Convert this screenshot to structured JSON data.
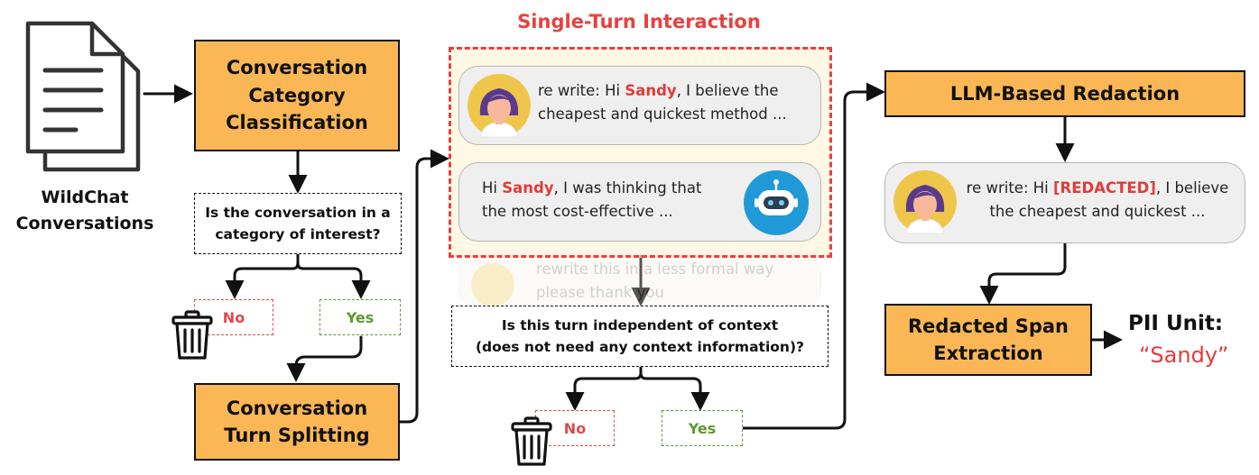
{
  "source": {
    "label_line1": "WildChat",
    "label_line2": "Conversations",
    "icon": "document-stack-icon"
  },
  "steps": {
    "classification": [
      "Conversation",
      "Category",
      "Classification"
    ],
    "turn_splitting": [
      "Conversation",
      "Turn Splitting"
    ],
    "llm_redaction": "LLM-Based Redaction",
    "span_extraction": [
      "Redacted Span",
      "Extraction"
    ]
  },
  "decisions": {
    "category_question": [
      "Is the conversation in a",
      "category of interest?"
    ],
    "context_question": [
      "Is this turn independent of context",
      "(does not need any context information)?"
    ]
  },
  "branches": {
    "no": "No",
    "yes": "Yes",
    "discard_icon": "trash-can-icon"
  },
  "single_turn": {
    "title": "Single-Turn Interaction",
    "user_message": {
      "line1_prefix": "re write: Hi ",
      "name": "Sandy",
      "line1_suffix": ", I believe the",
      "line2": "cheapest and quickest method ..."
    },
    "bot_message": {
      "line1_prefix": "Hi ",
      "name": "Sandy",
      "line1_suffix": ", I was thinking that",
      "line2": "the most cost-effective ..."
    },
    "faded_message": {
      "line1": "rewrite this in a less formal way",
      "line2": "please thank you"
    }
  },
  "redacted_message": {
    "line1_prefix": "re write: Hi ",
    "redacted": "[REDACTED]",
    "line1_suffix": ", I believe",
    "line2": "the cheapest and quickest ..."
  },
  "output": {
    "label": "PII Unit:",
    "value": "“Sandy”"
  },
  "colors": {
    "step_fill": "#fbb756",
    "highlight_red": "#e23b3b",
    "yes_green": "#5a9a2f",
    "interaction_bg": "#fdf6df"
  }
}
